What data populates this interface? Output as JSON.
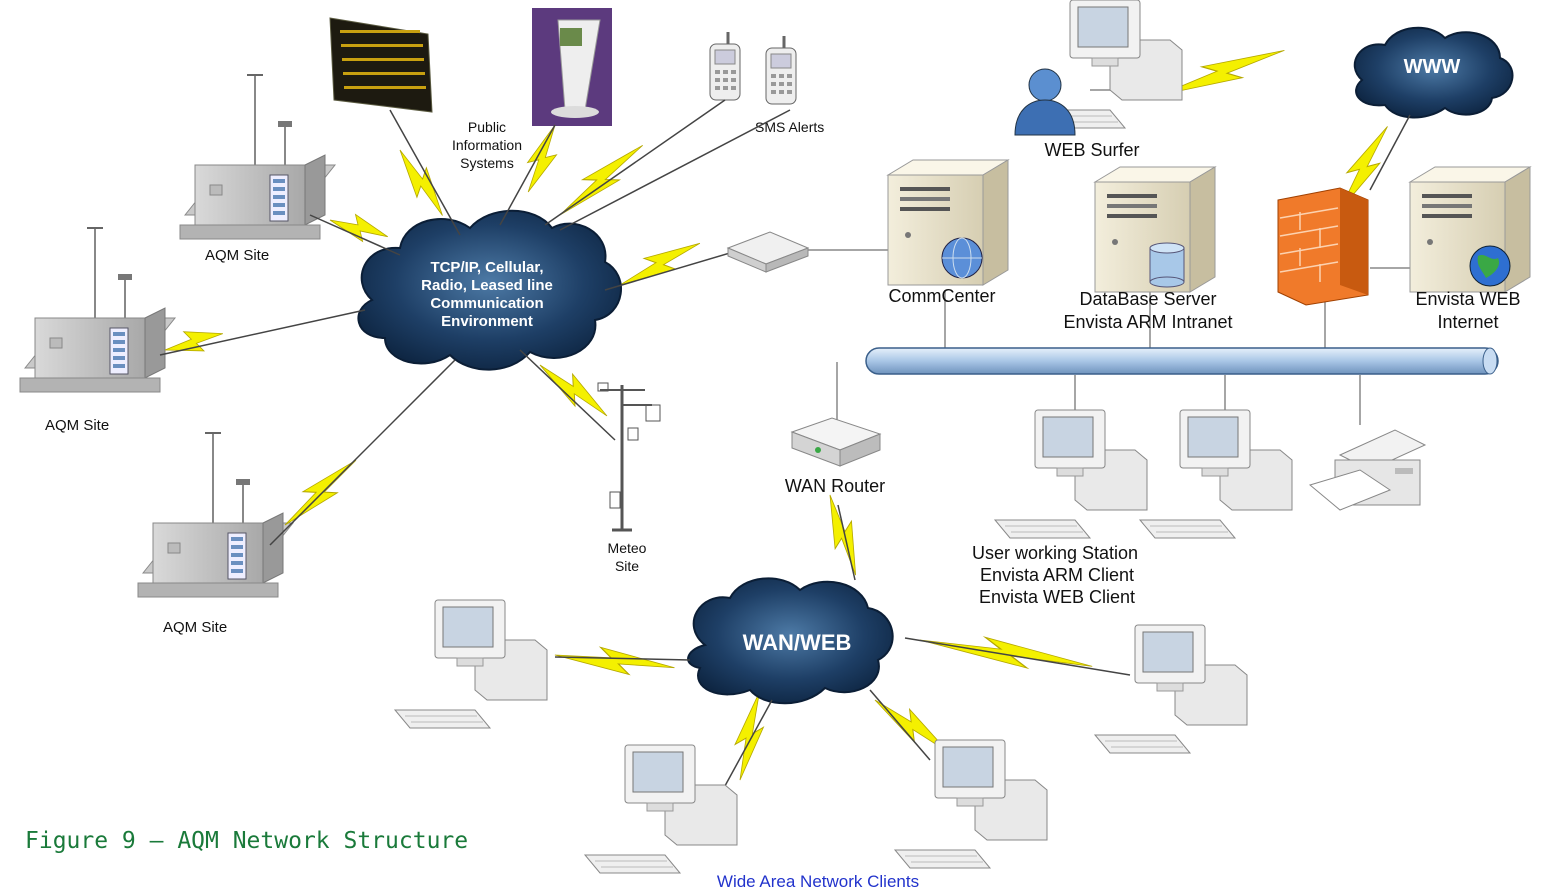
{
  "labels": {
    "aqm_site_1": "AQM Site",
    "aqm_site_2": "AQM Site",
    "aqm_site_3": "AQM Site",
    "public_info_1": "Public",
    "public_info_2": "Information",
    "public_info_3": "Systems",
    "sms_alerts": "SMS Alerts",
    "meteo_1": "Meteo",
    "meteo_2": "Site",
    "comm_center": "CommCenter",
    "database_1": "DataBase Server",
    "database_2": "Envista ARM Intranet",
    "envista_web_1": "Envista WEB",
    "envista_web_2": "Internet",
    "web_surfer": "WEB Surfer",
    "wan_router": "WAN Router",
    "user_ws_1": "User working Station",
    "user_ws_2": "Envista ARM Client",
    "user_ws_3": "Envista WEB Client",
    "wan_clients": "Wide Area Network Clients"
  },
  "clouds": {
    "comm_env_1": "TCP/IP, Cellular,",
    "comm_env_2": "Radio, Leased line",
    "comm_env_3": "Communication",
    "comm_env_4": "Environment",
    "wanweb": "WAN/WEB",
    "www": "WWW"
  },
  "caption": "Figure 9 – AQM Network Structure",
  "colors": {
    "cloud": "#1e3f66",
    "bolt": "#f4f000",
    "backbone": "#b9d3ee",
    "firewall": "#f07a2a",
    "caption": "#1a7a3a",
    "clients_label": "#2233cc"
  },
  "icons": [
    "shelter-icon",
    "billboard-icon",
    "kiosk-icon",
    "phone-icon",
    "server-icon",
    "firewall-icon",
    "computer-icon",
    "printer-icon",
    "router-icon",
    "modem-icon",
    "meteo-mast-icon",
    "user-icon",
    "globe-icon",
    "database-icon"
  ]
}
